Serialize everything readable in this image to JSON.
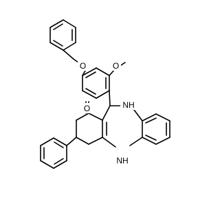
{
  "colors": {
    "background": "#ffffff",
    "bond": "#000000",
    "label": "#000000"
  },
  "molecule": {
    "atoms": [
      {
        "id": "O_ether",
        "text": "O"
      },
      {
        "id": "O_methoxy",
        "text": "O"
      },
      {
        "id": "O_ketone",
        "text": "O"
      },
      {
        "id": "NH_top",
        "text": "NH"
      },
      {
        "id": "NH_bottom",
        "text": "NH"
      }
    ]
  }
}
